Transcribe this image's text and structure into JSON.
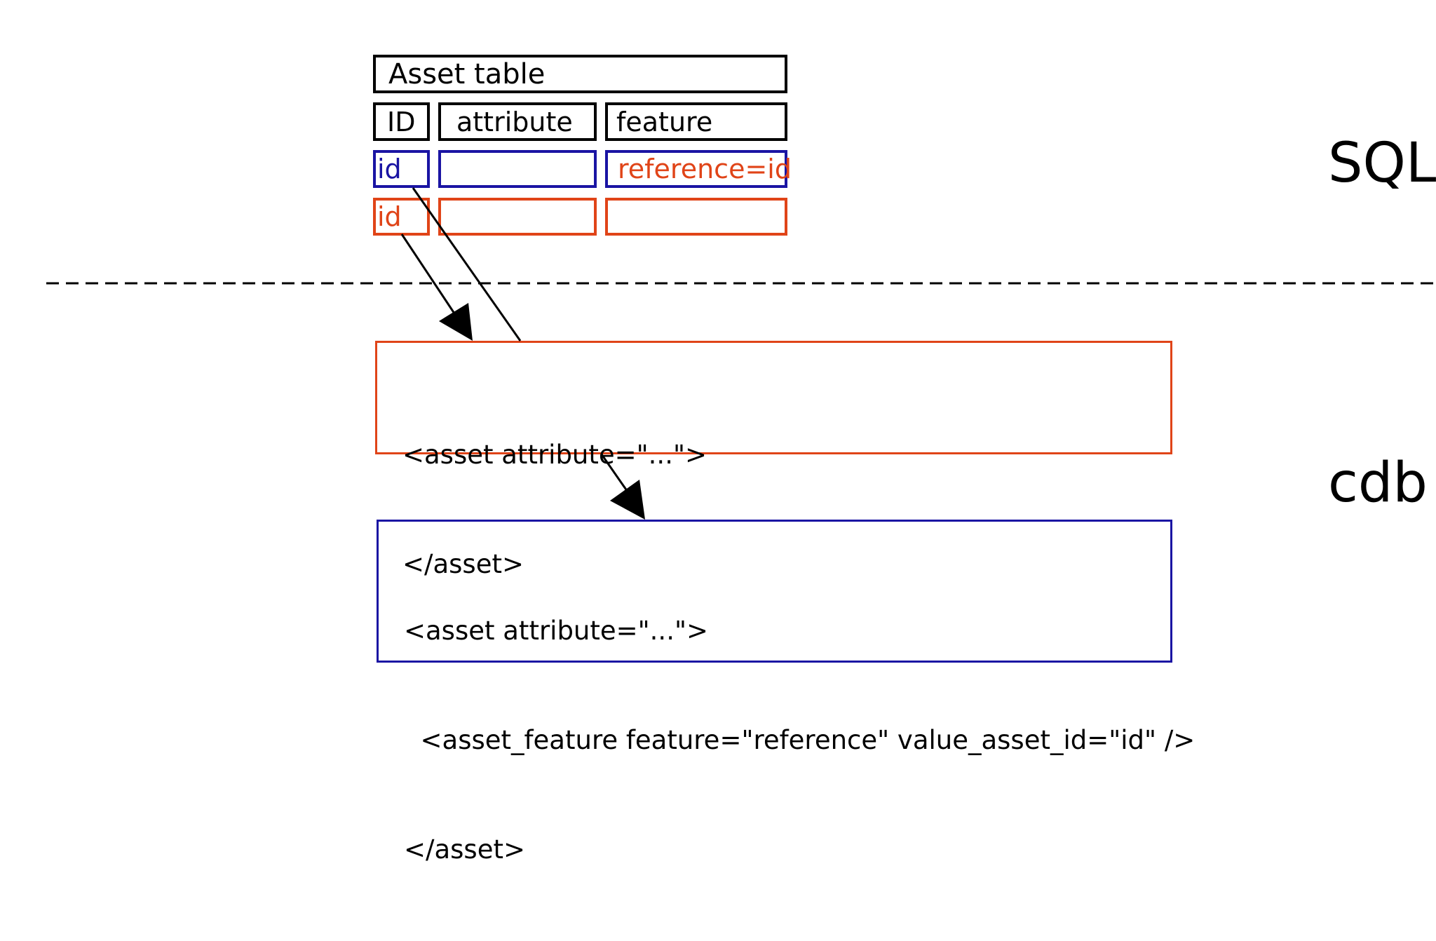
{
  "sql_table": {
    "title": "Asset table",
    "headers": [
      "ID",
      "attribute",
      "feature"
    ],
    "rows": [
      {
        "color": "blue",
        "cells": [
          "id",
          "",
          "reference=id"
        ]
      },
      {
        "color": "red",
        "cells": [
          "id",
          "",
          ""
        ]
      }
    ]
  },
  "layers": {
    "sql_label": "SQL",
    "cdb_label": "cdb"
  },
  "xml_source": {
    "lines": [
      "<asset attribute=\"...\">",
      "</asset>"
    ]
  },
  "xml_result": {
    "lines": [
      "<asset attribute=\"...\">",
      "  <asset_feature feature=\"reference\" value_asset_id=\"id\" />",
      "</asset>"
    ]
  },
  "colors": {
    "blue": "#1a14a3",
    "red": "#e04418",
    "black": "#000000"
  }
}
